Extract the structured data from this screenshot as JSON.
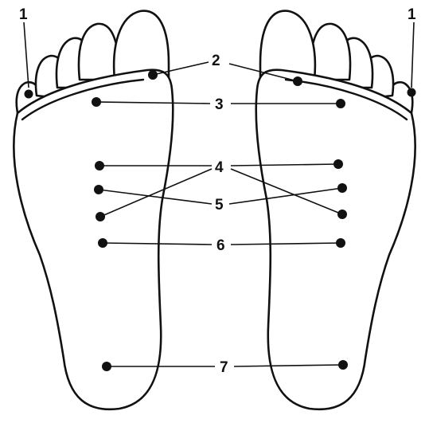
{
  "labels": {
    "l1": "1",
    "l2": "2",
    "l3": "3",
    "l4": "4",
    "l5": "5",
    "l6": "6",
    "l7": "7"
  },
  "colors": {
    "ink": "#111111",
    "background": "#ffffff"
  }
}
